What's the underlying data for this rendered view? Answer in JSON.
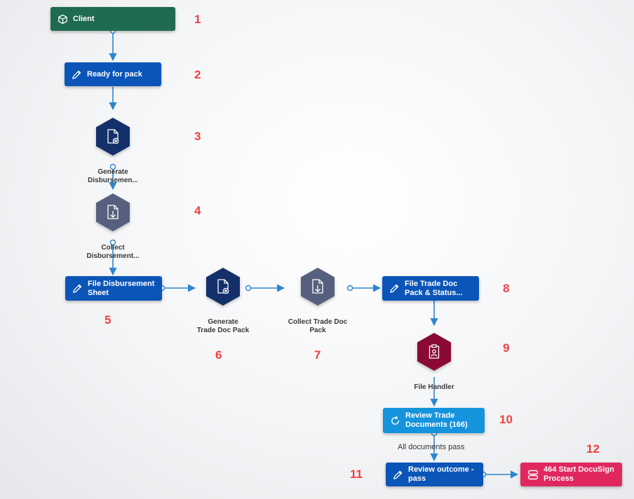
{
  "colors": {
    "edge": "#2e86cc",
    "client": "#1e6b4f",
    "task": "#0b55b8",
    "review": "#1593dc",
    "docusign": "#e0285f",
    "hex_dark": "#13306a",
    "hex_gray": "#56607e",
    "hex_maroon": "#8a0a34",
    "step_number": "#f04040"
  },
  "nodes": {
    "client": {
      "label": "Client",
      "icon": "cube-icon",
      "step": "1"
    },
    "ready_for_pack": {
      "label": "Ready for pack",
      "icon": "pencil-icon",
      "step": "2"
    },
    "generate_disbursement": {
      "label_line1": "Generate",
      "label_line2": "Disbursemen...",
      "icon": "document-gear-icon",
      "step": "3"
    },
    "collect_disbursement": {
      "label_line1": "Collect",
      "label_line2": "Disbursement...",
      "icon": "document-download-icon",
      "step": "4"
    },
    "file_disbursement_sheet": {
      "label_line1": "File Disbursement",
      "label_line2": "Sheet",
      "icon": "pencil-icon",
      "step": "5"
    },
    "generate_trade_doc_pack": {
      "label_line1": "Generate",
      "label_line2": "Trade Doc Pack",
      "icon": "document-gear-icon",
      "step": "6"
    },
    "collect_trade_doc_pack": {
      "label_line1": "Collect Trade Doc",
      "label_line2": "Pack",
      "icon": "document-download-icon",
      "step": "7"
    },
    "file_trade_doc_pack_status": {
      "label_line1": "File Trade Doc",
      "label_line2": "Pack & Status...",
      "icon": "pencil-icon",
      "step": "8"
    },
    "file_handler": {
      "label": "File Handler",
      "icon": "clipboard-user-icon",
      "step": "9"
    },
    "review_trade_documents": {
      "label_line1": "Review Trade",
      "label_line2": "Documents (166)",
      "icon": "review-cycle-icon",
      "step": "10"
    },
    "review_outcome_pass": {
      "label_line1": "Review outcome -",
      "label_line2": "pass",
      "icon": "pencil-icon",
      "step": "11"
    },
    "start_docusign": {
      "label_line1": "464 Start DocuSign",
      "label_line2": "Process",
      "icon": "subprocess-icon",
      "step": "12"
    }
  },
  "edge_labels": {
    "all_documents_pass": "All documents pass"
  }
}
